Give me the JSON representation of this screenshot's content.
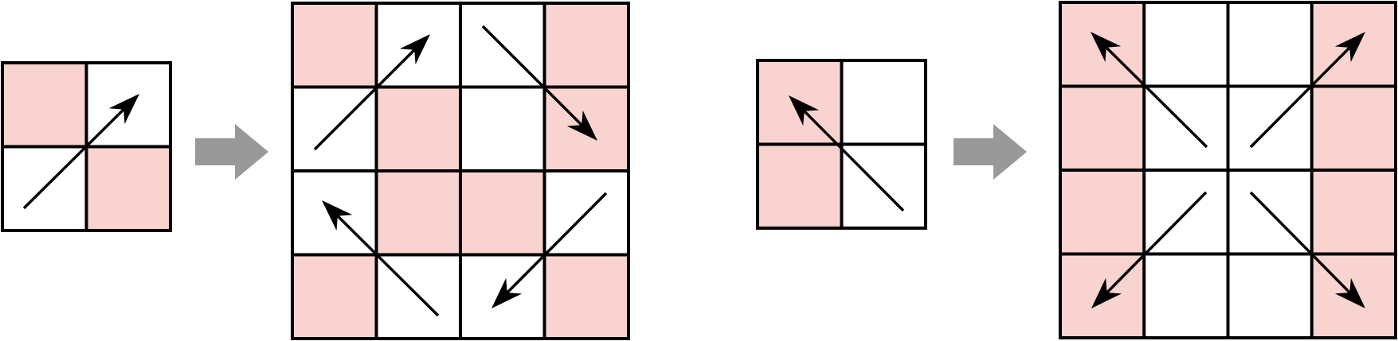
{
  "colors": {
    "background": "#ffffff",
    "highlight": "#f9d3d0",
    "grid_line": "#000000",
    "transition_arrow": "#999999"
  },
  "panels": [
    {
      "id": "a",
      "size": 2,
      "filled_cells": [
        [
          0,
          0
        ],
        [
          1,
          1
        ]
      ]
    },
    {
      "id": "b",
      "size": 4,
      "filled_cells": [
        [
          0,
          0
        ],
        [
          0,
          3
        ],
        [
          1,
          1
        ],
        [
          1,
          3
        ],
        [
          2,
          1
        ],
        [
          2,
          2
        ],
        [
          3,
          0
        ],
        [
          3,
          3
        ]
      ]
    },
    {
      "id": "c",
      "size": 2,
      "filled_cells": [
        [
          0,
          0
        ],
        [
          1,
          0
        ]
      ]
    },
    {
      "id": "d",
      "size": 4,
      "filled_cells": [
        [
          0,
          0
        ],
        [
          0,
          3
        ],
        [
          1,
          0
        ],
        [
          1,
          3
        ],
        [
          2,
          0
        ],
        [
          2,
          3
        ],
        [
          3,
          0
        ],
        [
          3,
          3
        ]
      ]
    }
  ],
  "transitions": [
    {
      "from": "a",
      "to": "b",
      "icon": "right-arrow-icon"
    },
    {
      "from": "c",
      "to": "d",
      "icon": "right-arrow-icon"
    }
  ],
  "direction_arrows": [
    {
      "panel": "a",
      "direction": "to-top-right"
    },
    {
      "panel": "b",
      "direction": "to-top-right"
    },
    {
      "panel": "b",
      "direction": "to-bottom-right"
    },
    {
      "panel": "b",
      "direction": "to-top-left"
    },
    {
      "panel": "b",
      "direction": "to-bottom-left"
    },
    {
      "panel": "c",
      "direction": "to-top-left"
    },
    {
      "panel": "d",
      "direction": "to-top-left"
    },
    {
      "panel": "d",
      "direction": "to-top-right"
    },
    {
      "panel": "d",
      "direction": "to-bottom-left"
    },
    {
      "panel": "d",
      "direction": "to-bottom-right"
    }
  ]
}
